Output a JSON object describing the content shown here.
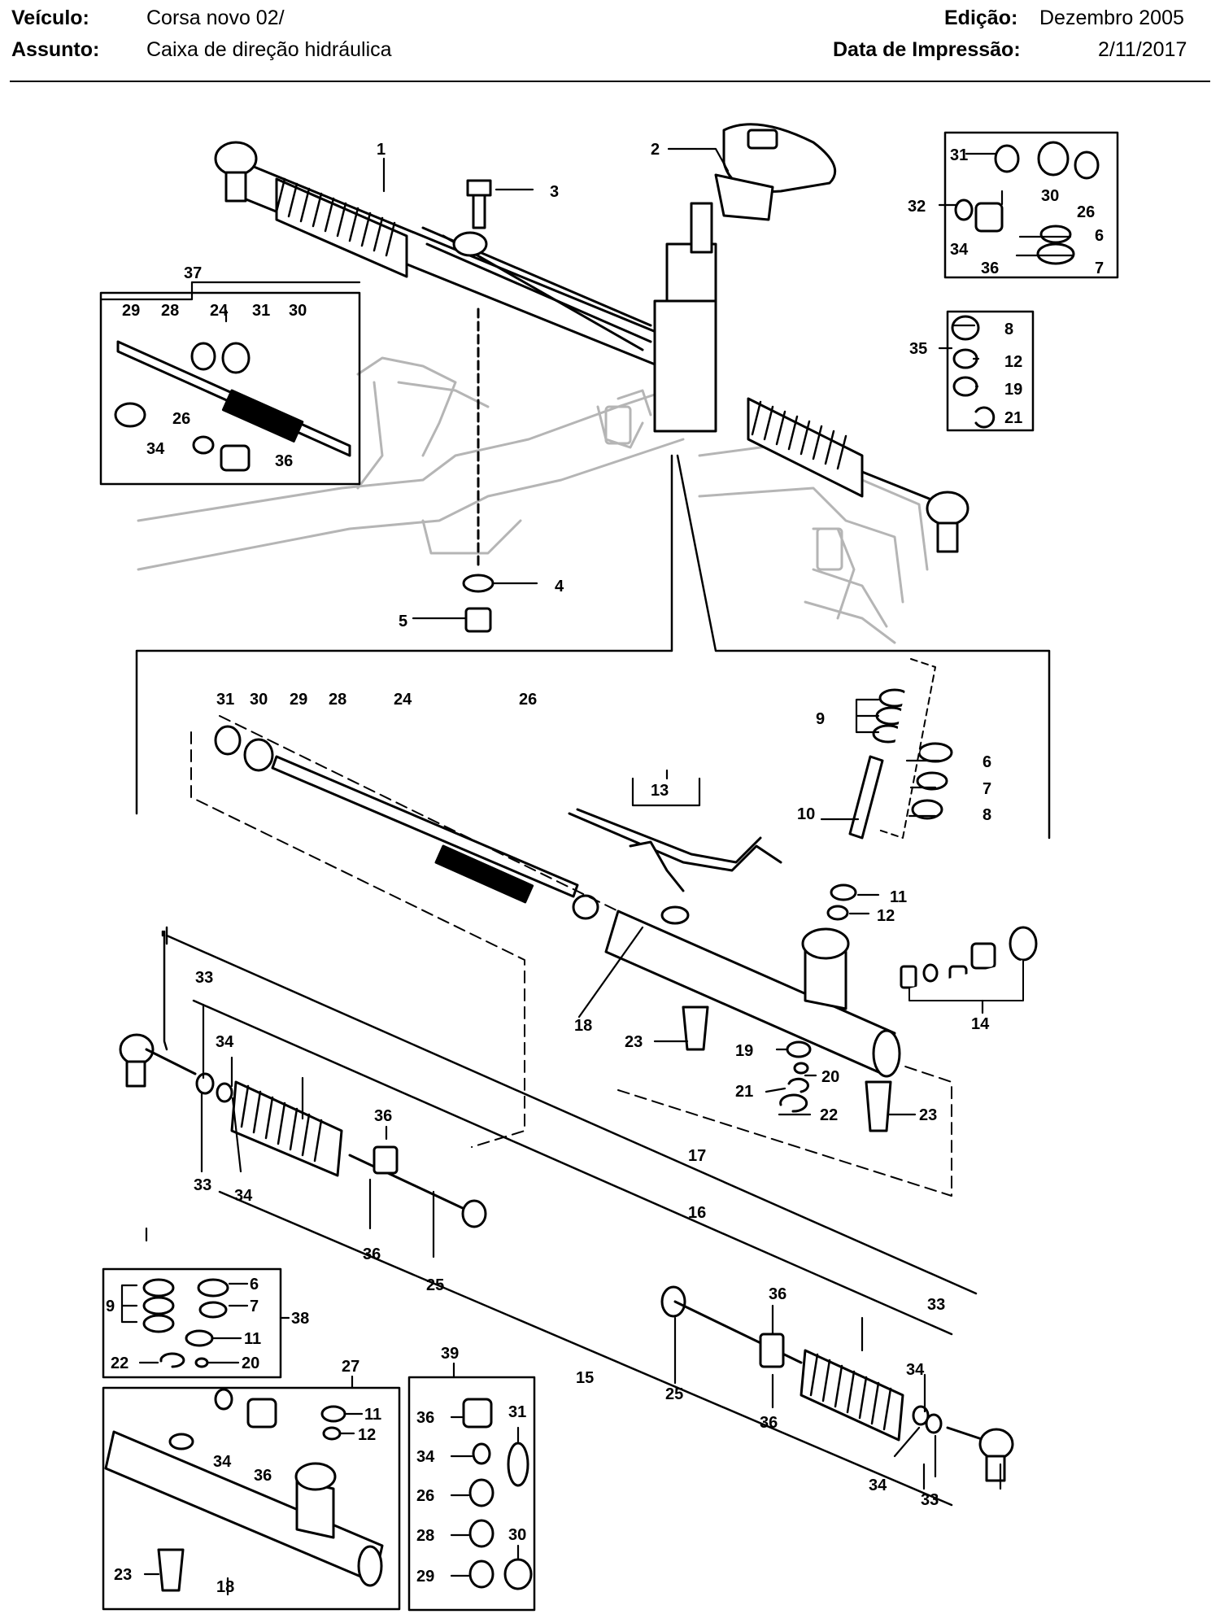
{
  "header": {
    "vehicle_label": "Veículo:",
    "vehicle_value": "Corsa novo 02/",
    "subject_label": "Assunto:",
    "subject_value": "Caixa de direção hidráulica",
    "edition_label": "Edição:",
    "edition_value": "Dezembro 2005",
    "print_date_label": "Data de Impressão:",
    "print_date_value": "2/11/2017"
  },
  "callouts": {
    "c1": "1",
    "c2": "2",
    "c3": "3",
    "c4": "4",
    "c5": "5",
    "c6": "6",
    "c7": "7",
    "c8": "8",
    "c9": "9",
    "c10": "10",
    "c11": "11",
    "c12": "12",
    "c13": "13",
    "c14": "14",
    "c15": "15",
    "c16": "16",
    "c17": "17",
    "c18": "18",
    "c19": "19",
    "c20": "20",
    "c21": "21",
    "c22": "22",
    "c23": "23",
    "c24": "24",
    "c25": "25",
    "c26": "26",
    "c27": "27",
    "c28": "28",
    "c29": "29",
    "c30": "30",
    "c31": "31",
    "c32": "32",
    "c33": "33",
    "c34": "34",
    "c35": "35",
    "c36": "36",
    "c37": "37",
    "c38": "38",
    "c39": "39"
  }
}
